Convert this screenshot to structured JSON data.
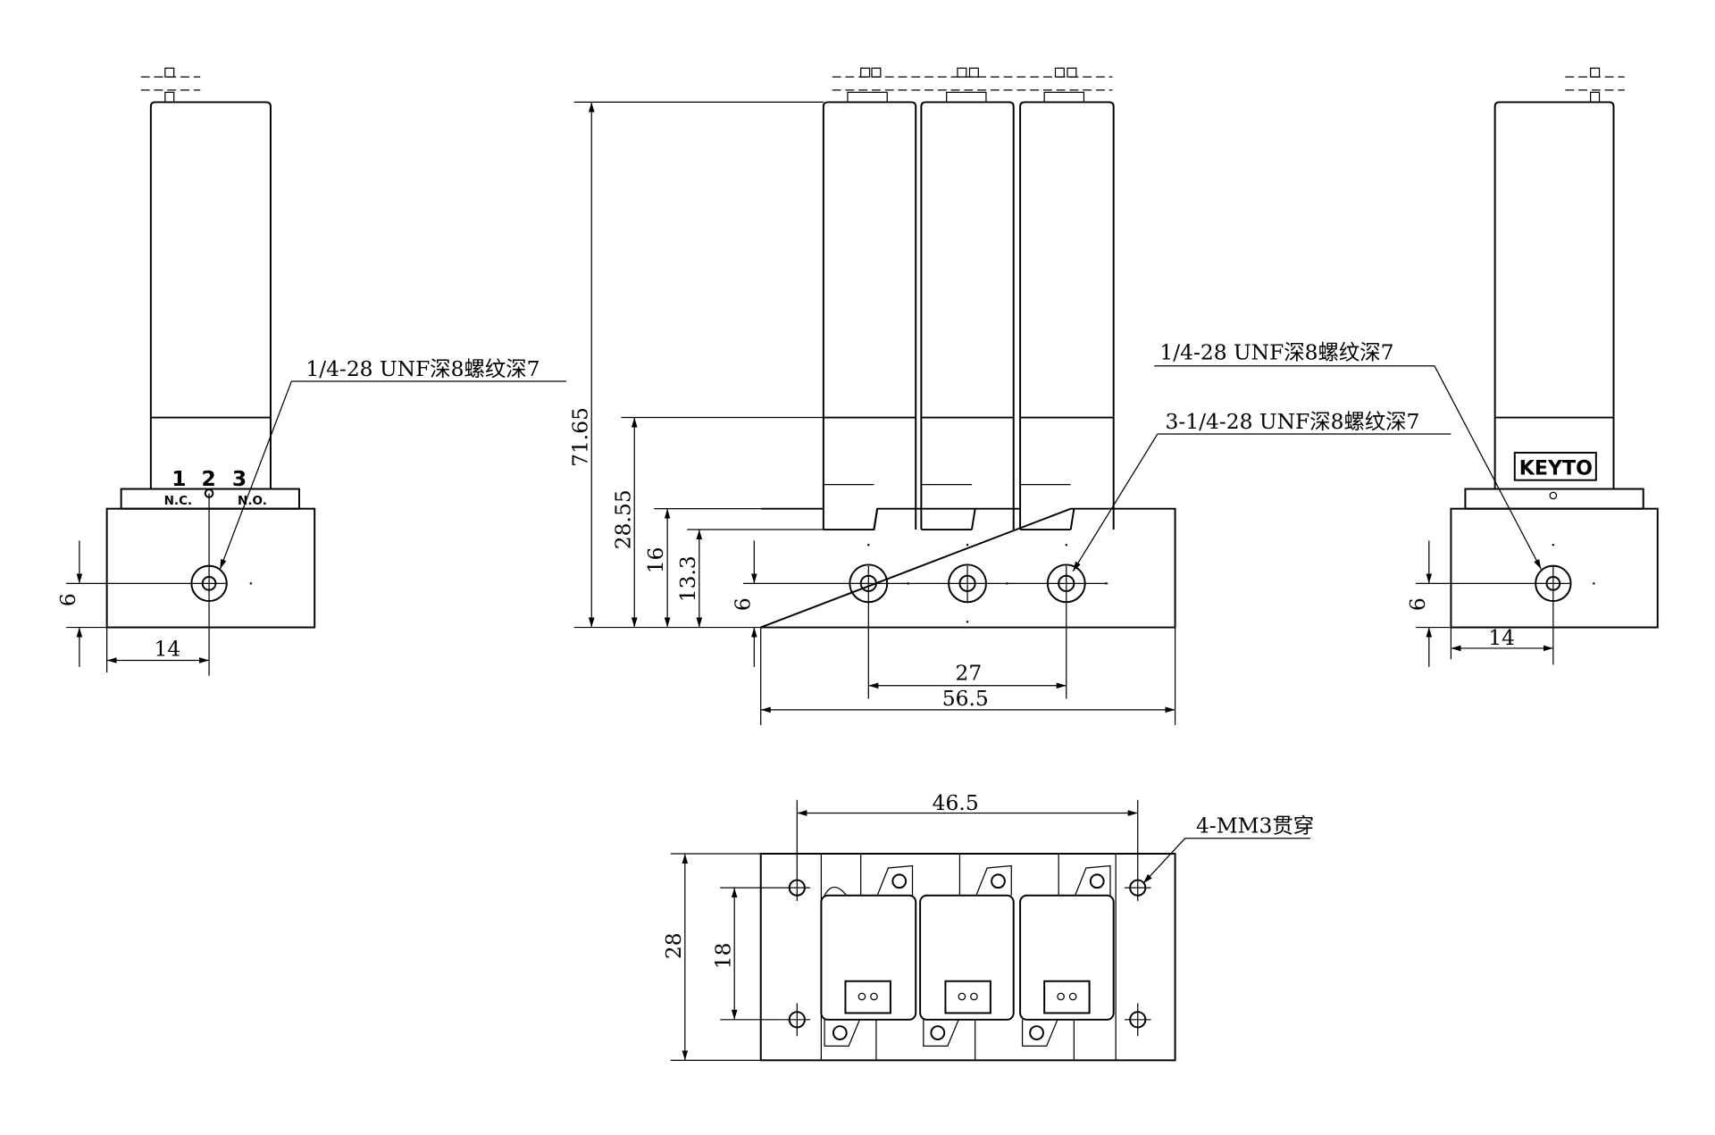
{
  "left_view": {
    "port_numbers": [
      "1",
      "2",
      "3"
    ],
    "port_nc": "N.C.",
    "port_no": "N.O.",
    "thread_callout": "1/4-28 UNF深8螺纹深7",
    "dim_height": "6",
    "dim_width": "14"
  },
  "front_view": {
    "dim_total_height": "71.65",
    "dim_body_height": "28.55",
    "dim_base_height": "16",
    "dim_base_inner": "13.3",
    "dim_port_height": "6",
    "dim_port_pitch": "27",
    "dim_base_width": "56.5",
    "thread_callout": "3-1/4-28 UNF深8螺纹深7"
  },
  "right_view": {
    "brand": "KEYTO",
    "thread_callout": "1/4-28 UNF深8螺纹深7",
    "dim_height": "6",
    "dim_width": "14"
  },
  "bottom_view": {
    "dim_hole_pitch_x": "46.5",
    "dim_depth": "28",
    "dim_hole_pitch_y": "18",
    "mount_callout": "4-MM3贯穿"
  }
}
